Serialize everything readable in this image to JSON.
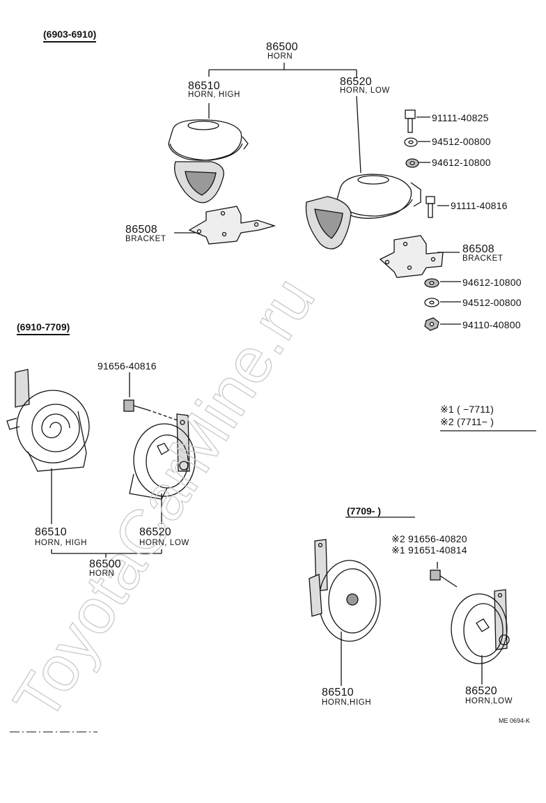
{
  "watermark": "ToyotaCarMine.ru",
  "section1": {
    "range": "(6903-6910)",
    "assembly": {
      "number": "86500",
      "name": "HORN"
    },
    "high": {
      "number": "86510",
      "name": "HORN, HIGH"
    },
    "low": {
      "number": "86520",
      "name": "HORN, LOW"
    },
    "bracket_left": {
      "number": "86508",
      "name": "BRACKET"
    },
    "bracket_right": {
      "number": "86508",
      "name": "BRACKET"
    },
    "parts": [
      "91111-40825",
      "94512-00800",
      "94612-10800",
      "91111-40816",
      "94612-10800",
      "94512-00800",
      "94110-40800"
    ]
  },
  "section2": {
    "range": "(6910-7709)",
    "bolt": "91656-40816",
    "high": {
      "number": "86510",
      "name": "HORN, HIGH"
    },
    "low": {
      "number": "86520",
      "name": "HORN, LOW"
    },
    "assembly": {
      "number": "86500",
      "name": "HORN"
    }
  },
  "legend": {
    "line1": "※1 (      −7711)",
    "line2": "※2 (7711−        )"
  },
  "section3": {
    "range": "(7709-        )",
    "bolt1": "※2 91656-40820",
    "bolt2": "※1 91651-40814",
    "high": {
      "number": "86510",
      "name": "HORN,HIGH"
    },
    "low": {
      "number": "86520",
      "name": "HORN,LOW"
    }
  },
  "ref_code": "ME 0694-K"
}
